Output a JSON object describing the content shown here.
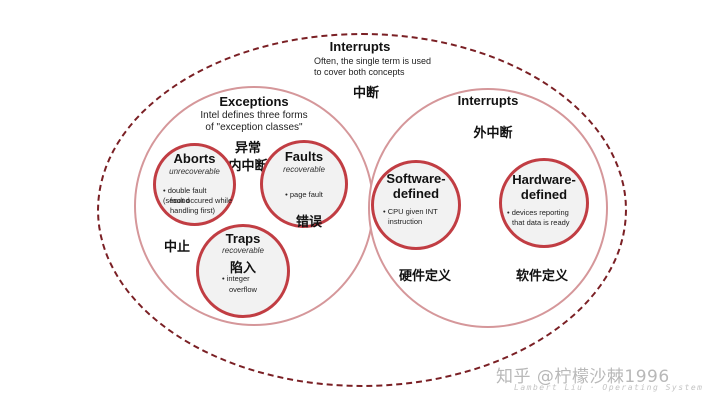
{
  "top": {
    "title": "Interrupts",
    "subtitle_line1": "Often, the single term is used",
    "subtitle_line2": "to cover both concepts",
    "cjk": "中断"
  },
  "exceptions": {
    "title": "Exceptions",
    "desc_line1": "Intel defines three forms",
    "desc_line2": "of \"exception classes\"",
    "cjk_line1": "异常",
    "cjk_line2": "内中断",
    "aborts": {
      "title": "Aborts",
      "qualifier": "unrecoverable",
      "bullet_line1": "• double fault (second",
      "bullet_line2": "fault occured while",
      "bullet_line3": "handling first)",
      "cjk": "中止"
    },
    "faults": {
      "title": "Faults",
      "qualifier": "recoverable",
      "bullet_line1": "• page fault",
      "cjk": "错误"
    },
    "traps": {
      "title": "Traps",
      "qualifier": "recoverable",
      "cjk": "陷入",
      "bullet_line1": "• integer",
      "bullet_line2": "overflow"
    }
  },
  "interrupts": {
    "title": "Interrupts",
    "cjk": "外中断",
    "software": {
      "title_line1": "Software-",
      "title_line2": "defined",
      "bullet_line1": "• CPU given INT",
      "bullet_line2": "instruction",
      "cjk": "硬件定义"
    },
    "hardware": {
      "title_line1": "Hardware-",
      "title_line2": "defined",
      "bullet_line1": "• devices reporting",
      "bullet_line2": "that data is ready",
      "cjk": "软件定义"
    }
  },
  "watermark": {
    "main": "知乎 @柠檬沙棘1996",
    "sub": "Lambert Liu · Operating System"
  }
}
